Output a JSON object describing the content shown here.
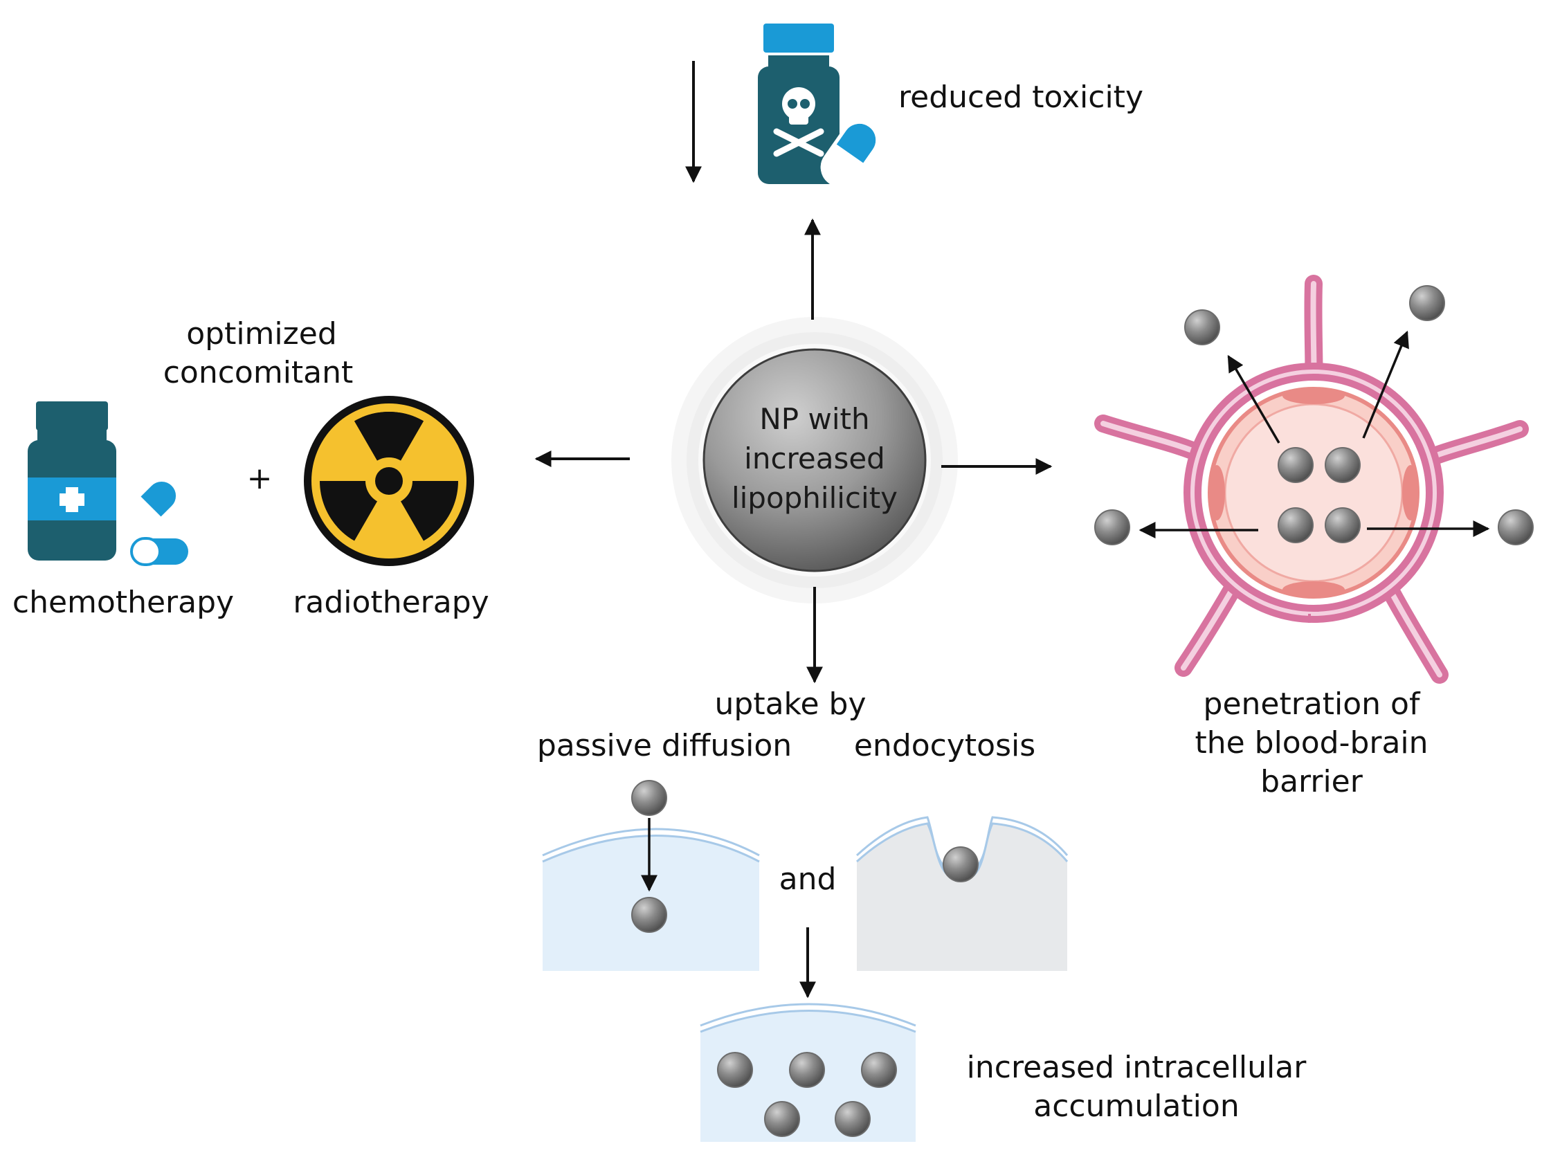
{
  "center": {
    "line1": "NP with",
    "line2": "increased",
    "line3": "lipophilicity"
  },
  "top": {
    "label": "reduced toxicity"
  },
  "left": {
    "heading_line1": "optimized",
    "heading_line2": "concomitant",
    "plus": "+",
    "chemo_label": "chemotherapy",
    "radio_label": "radiotherapy"
  },
  "right": {
    "line1": "penetration of",
    "line2": "the blood-brain",
    "line3": "barrier"
  },
  "bottom": {
    "uptake_label": "uptake by",
    "passive_label": "passive diffusion",
    "endocytosis_label": "endocytosis",
    "and_label": "and",
    "accum_line1": "increased intracellular",
    "accum_line2": "accumulation"
  },
  "colors": {
    "bottle_dark": "#1d5f6e",
    "bottle_cap": "#1a9ad6",
    "radiation_yellow": "#f5c12e",
    "vessel_pink": "#d8739f",
    "vessel_inner": "#f9cfc8",
    "cell_blue": "#e2effa",
    "cell_gray": "#e7e9eb",
    "membrane": "#a7c9e8",
    "nanoparticle": "#8a8a8a"
  },
  "icons": [
    "down-arrow-icon",
    "toxic-bottle-icon",
    "capsule-icon",
    "medicine-bottle-icon",
    "radiation-icon"
  ]
}
